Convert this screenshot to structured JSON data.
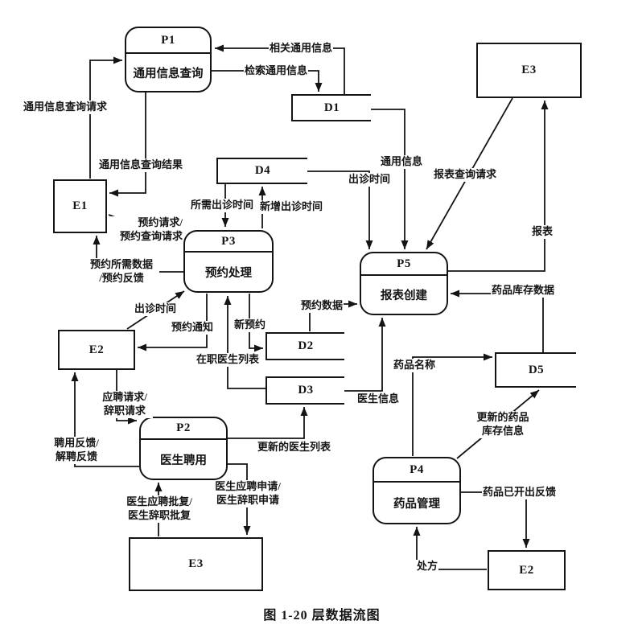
{
  "caption": "图 1-20 层数据流图",
  "processes": [
    {
      "id": "P1",
      "name": "通用信息查询"
    },
    {
      "id": "P3",
      "name": "预约处理"
    },
    {
      "id": "P5",
      "name": "报表创建"
    },
    {
      "id": "P2",
      "name": "医生聘用"
    },
    {
      "id": "P4",
      "name": "药品管理"
    }
  ],
  "entities": [
    {
      "id": "E1"
    },
    {
      "id": "E2"
    },
    {
      "id": "E3"
    },
    {
      "id": "E3"
    },
    {
      "id": "E2"
    }
  ],
  "stores": [
    {
      "id": "D1"
    },
    {
      "id": "D4"
    },
    {
      "id": "D2"
    },
    {
      "id": "D3"
    },
    {
      "id": "D5"
    }
  ],
  "flows": [
    {
      "label": "相关通用信息"
    },
    {
      "label": "检索通用信息"
    },
    {
      "label": "通用信息查询请求"
    },
    {
      "label": "通用信息查询结果"
    },
    {
      "label": "预约请求/\n预约查询请求"
    },
    {
      "label": "预约所需数据\n/预约反馈"
    },
    {
      "label": "所需出诊时间"
    },
    {
      "label": "新增出诊时间"
    },
    {
      "label": "出诊时间"
    },
    {
      "label": "预约通知"
    },
    {
      "label": "新预约"
    },
    {
      "label": "在职医生列表"
    },
    {
      "label": "预约数据"
    },
    {
      "label": "医生信息"
    },
    {
      "label": "更新的医生列表"
    },
    {
      "label": "应聘请求/\n辞职请求"
    },
    {
      "label": "聘用反馈/\n解聘反馈"
    },
    {
      "label": "医生应聘申请/\n医生辞职申请"
    },
    {
      "label": "医生应聘批复/\n医生辞职批复"
    },
    {
      "label": "通用信息"
    },
    {
      "label": "出诊时间"
    },
    {
      "label": "报表查询请求"
    },
    {
      "label": "报表"
    },
    {
      "label": "药品库存数据"
    },
    {
      "label": "药品名称"
    },
    {
      "label": "更新的药品\n库存信息"
    },
    {
      "label": "药品已开出反馈"
    },
    {
      "label": "处方"
    }
  ]
}
